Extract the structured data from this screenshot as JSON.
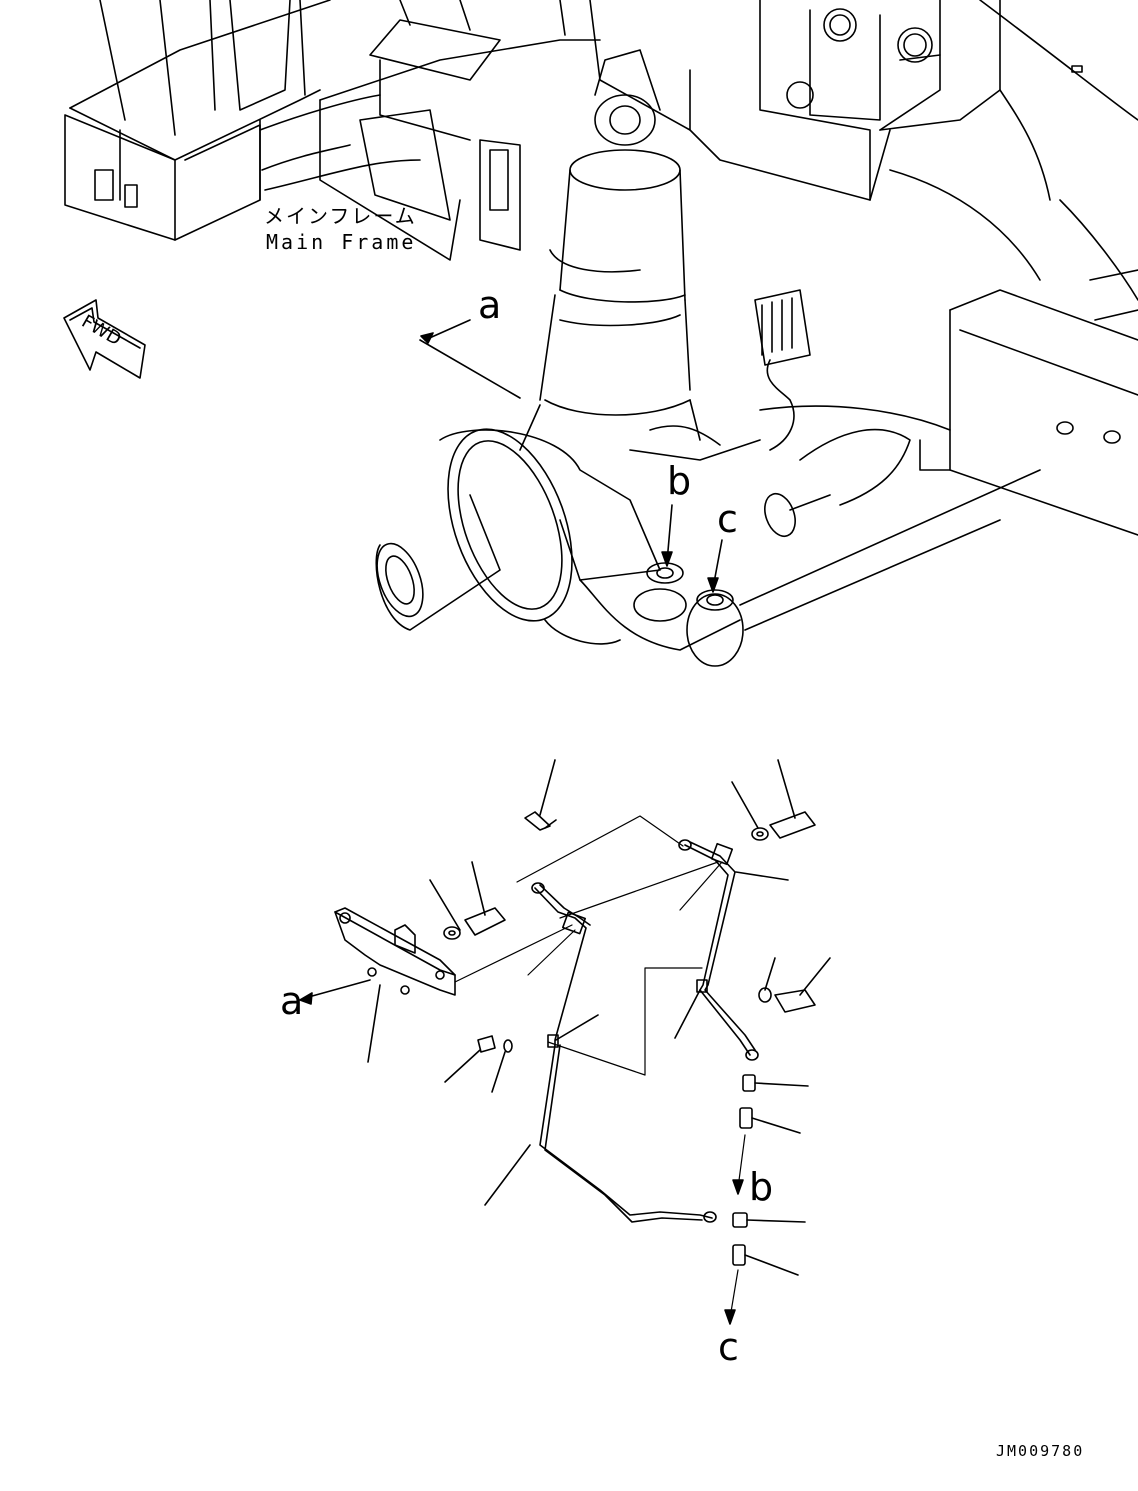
{
  "labels": {
    "main_frame_jp": "メインフレーム",
    "main_frame_en": "Main Frame",
    "fwd": "FWD",
    "callout_a_top": "a",
    "callout_b_top": "b",
    "callout_c_top": "c",
    "callout_a_bottom": "a",
    "callout_b_bottom": "b",
    "callout_c_bottom": "c",
    "drawing_number": "JM009780"
  },
  "colors": {
    "line": "#000000",
    "background": "#ffffff"
  },
  "icons": {
    "fwd_arrow": "direction-arrow-icon"
  }
}
